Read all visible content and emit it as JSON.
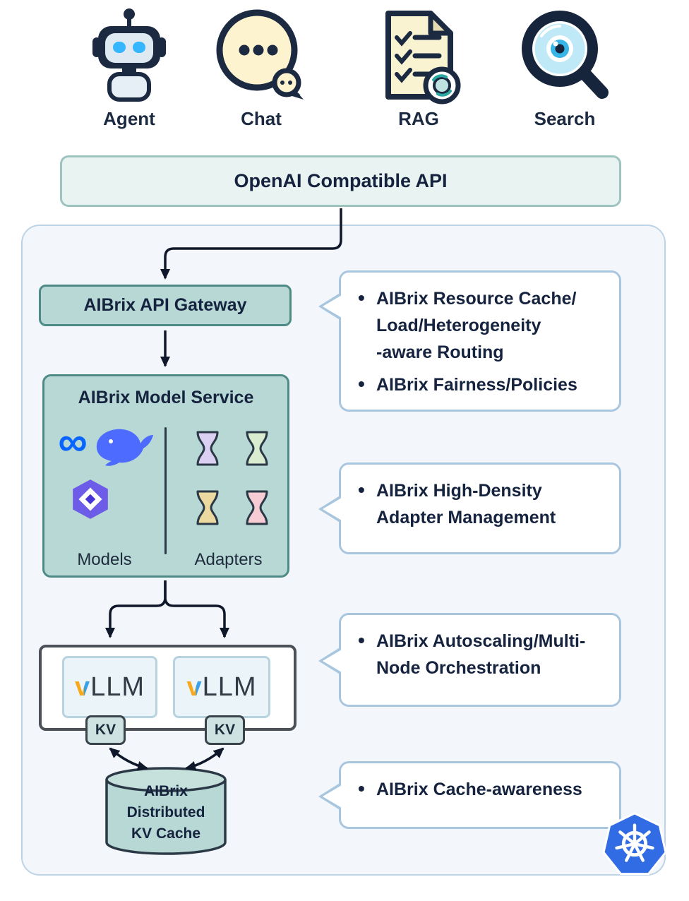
{
  "header_icons": [
    {
      "label": "Agent",
      "icon": "robot-icon"
    },
    {
      "label": "Chat",
      "icon": "chat-bubble-icon"
    },
    {
      "label": "RAG",
      "icon": "document-checklist-icon"
    },
    {
      "label": "Search",
      "icon": "magnifier-eye-icon"
    }
  ],
  "api_banner": {
    "label": "OpenAI Compatible API"
  },
  "gateway": {
    "label": "AIBrix API Gateway"
  },
  "model_service": {
    "title": "AIBrix Model Service",
    "models_label": "Models",
    "adapters_label": "Adapters",
    "model_icons": [
      "meta-infinity-icon",
      "deepseek-whale-icon",
      "qwen-icon"
    ],
    "infinity_glyph": "∞",
    "adapter_colors": [
      "#dcd0f2",
      "#d9ecd0",
      "#ecd9a0",
      "#f6cdd4"
    ]
  },
  "engines": {
    "v_prefix": "v",
    "name": "LLM",
    "kv_label": "KV"
  },
  "kv_cache": {
    "label": "AIBrix\nDistributed\nKV Cache"
  },
  "callouts": [
    {
      "bullets": [
        "AIBrix Resource Cache/\nLoad/Heterogeneity\n-aware Routing",
        "AIBrix Fairness/Policies"
      ]
    },
    {
      "bullets": [
        "AIBrix High-Density\nAdapter Management"
      ]
    },
    {
      "bullets": [
        "AIBrix Autoscaling/Multi-\nNode Orchestration"
      ]
    },
    {
      "bullets": [
        "AIBrix Cache-awareness"
      ]
    }
  ],
  "colors": {
    "teal_fill": "#b7d8d4",
    "teal_border": "#4e8a86",
    "panel_fill": "#f3f7fb",
    "panel_border": "#bdd3e6",
    "callout_border": "#a9c6df",
    "text": "#15233f",
    "arrow": "#0f172a",
    "kubernetes_blue": "#326ce5",
    "meta_blue": "#0866ff",
    "deepseek_blue": "#4d6bfe"
  }
}
